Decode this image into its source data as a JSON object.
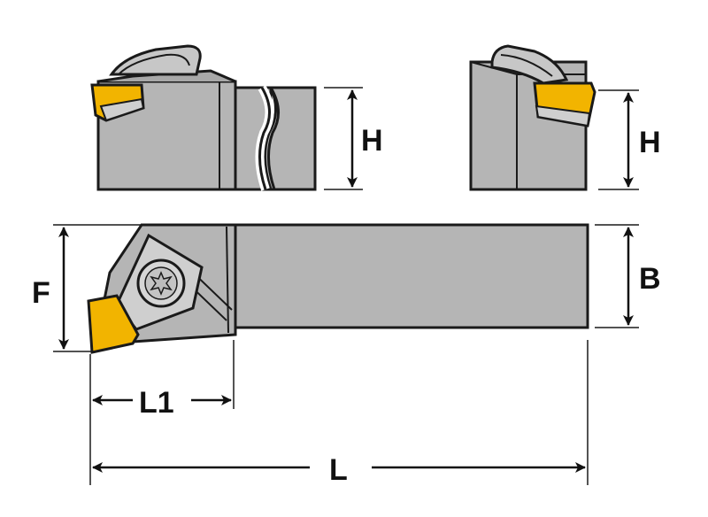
{
  "labels": {
    "h_left": "H",
    "h_right": "H",
    "f": "F",
    "b": "B",
    "l1": "L1",
    "l": "L"
  },
  "colors": {
    "body_gray": "#b5b5b5",
    "body_dark": "#8e8e8e",
    "insert_yellow": "#f2b400",
    "insert_gray": "#cfcfcf",
    "outline": "#1a1a1a",
    "background": "#ffffff"
  }
}
